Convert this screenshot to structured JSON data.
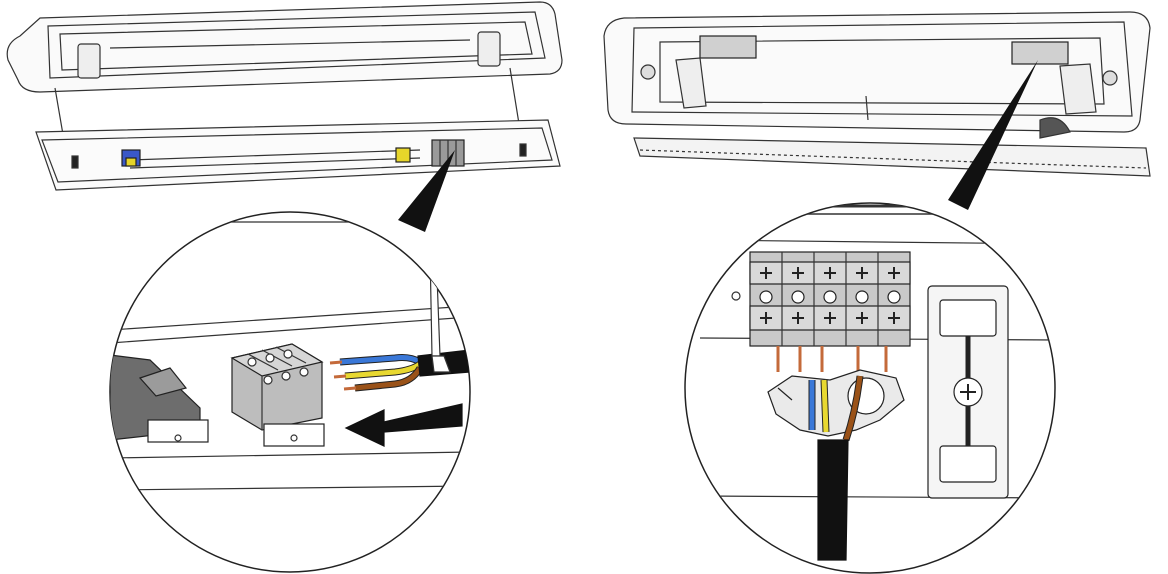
{
  "figure": {
    "panels": [
      {
        "id": "left",
        "callout": "terminal-block-detail",
        "wires": [
          {
            "name": "blue",
            "color": "#3a78d8"
          },
          {
            "name": "yellow-green",
            "color": "#e8d830"
          },
          {
            "name": "brown",
            "color": "#9a5218"
          }
        ],
        "arrow": "insertion-direction"
      },
      {
        "id": "right",
        "callout": "terminal-block-wiring-detail",
        "terminal_positions": 5,
        "wires": [
          {
            "name": "blue",
            "color": "#3a78d8"
          },
          {
            "name": "yellow-green",
            "color": "#e8d830"
          },
          {
            "name": "brown",
            "color": "#9a5218"
          }
        ]
      }
    ],
    "colors": {
      "line": "#222222",
      "body_gray": "#bdbdbd",
      "dark_gray": "#6d6d6d",
      "copper": "#c46a3a",
      "cable": "#111111"
    }
  }
}
